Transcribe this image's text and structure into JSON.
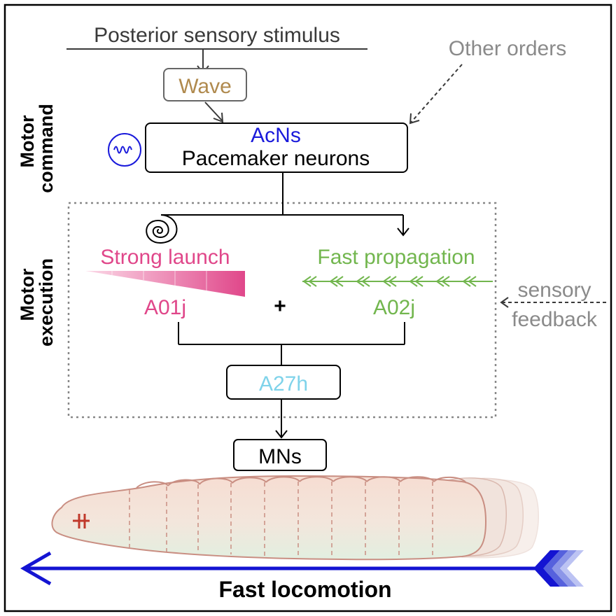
{
  "stimulus": "Posterior sensory stimulus",
  "wave": "Wave",
  "other_orders": "Other orders",
  "acns": "AcNs",
  "pacemaker": "Pacemaker neurons",
  "side_labels": {
    "command_line1": "Motor",
    "command_line2": "command",
    "execution_line1": "Motor",
    "execution_line2": "execution"
  },
  "strong_launch": "Strong launch",
  "fast_propagation": "Fast propagation",
  "a01j": "A01j",
  "plus": "+",
  "a02j": "A02j",
  "sensory": "sensory",
  "feedback": "feedback",
  "a27h": "A27h",
  "mns": "MNs",
  "locomotion": "Fast locomotion",
  "colors": {
    "wave": "#b08a4e",
    "acns": "#1a1adb",
    "strong": "#e0478a",
    "fast": "#72b64e",
    "a27h": "#7fd3ea",
    "gray": "#8a8a8a",
    "arrow_blue": "#1414d2",
    "larva_fill": "#f4d6cc",
    "larva_stroke": "#c98e82",
    "larva_mouth": "#c0392b"
  },
  "icons": [
    "oscillator-icon",
    "spiral-icon",
    "wedge-icon",
    "chevron-arrow-icon",
    "larva-icon"
  ]
}
